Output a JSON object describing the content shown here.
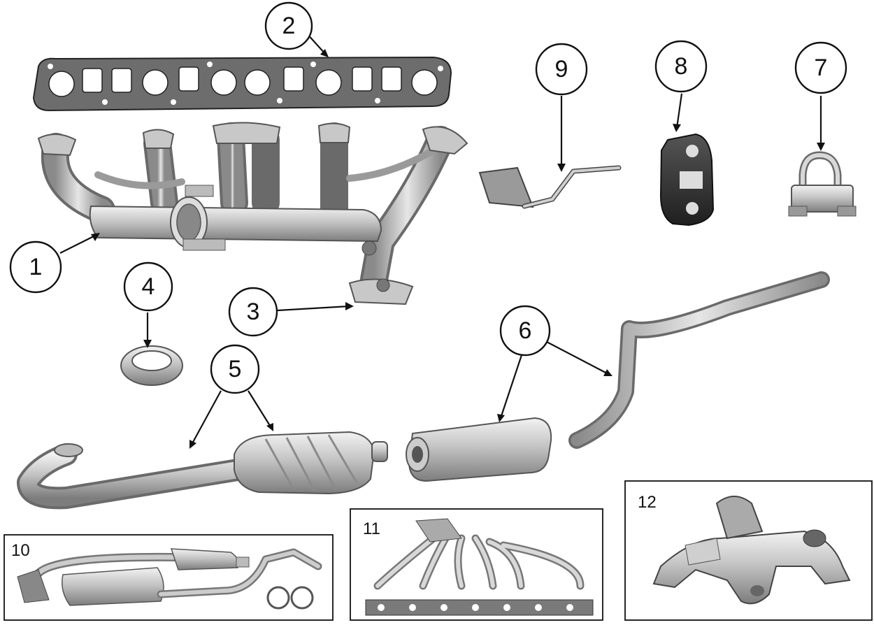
{
  "callouts": [
    {
      "id": "1",
      "label": "1"
    },
    {
      "id": "2",
      "label": "2"
    },
    {
      "id": "3",
      "label": "3"
    },
    {
      "id": "4",
      "label": "4"
    },
    {
      "id": "5",
      "label": "5"
    },
    {
      "id": "6",
      "label": "6"
    },
    {
      "id": "7",
      "label": "7"
    },
    {
      "id": "8",
      "label": "8"
    },
    {
      "id": "9",
      "label": "9"
    }
  ],
  "insets": [
    {
      "id": "10",
      "label": "10"
    },
    {
      "id": "11",
      "label": "11"
    },
    {
      "id": "12",
      "label": "12"
    }
  ],
  "colors": {
    "metal_light": "#d9d9d9",
    "metal_mid": "#a8a8a8",
    "metal_dark": "#5a5a5a",
    "line": "#111111"
  }
}
